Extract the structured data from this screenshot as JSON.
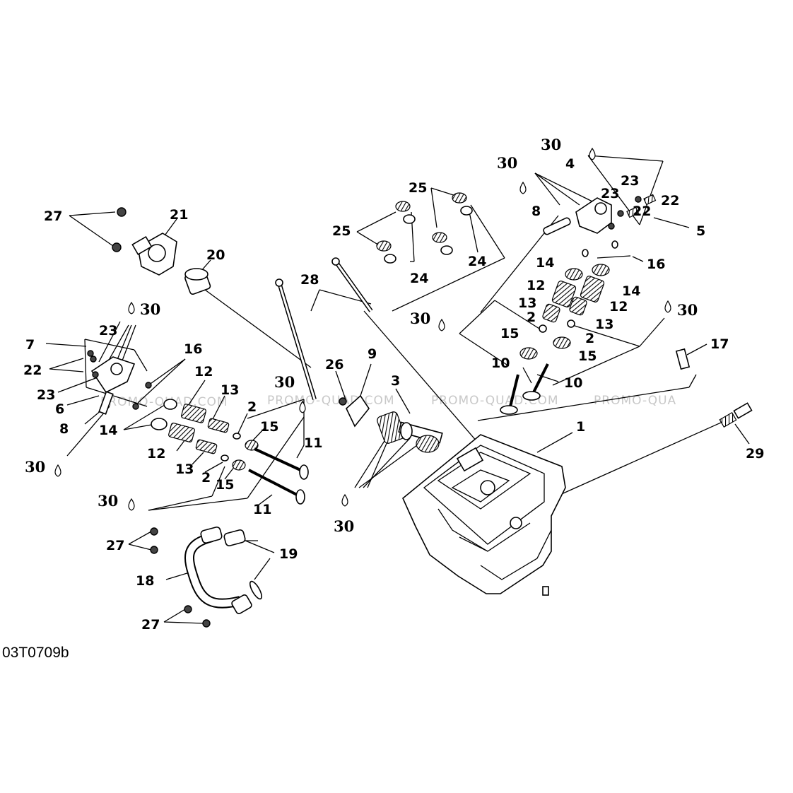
{
  "diagram_code": "03T0709b",
  "watermark": "PROMO-QUAD.COM",
  "watermark_cut": "PROMO-QUA",
  "labels": {
    "l1": "1",
    "l2": "2",
    "l3": "3",
    "l4": "4",
    "l5": "5",
    "l6": "6",
    "l7": "7",
    "l8": "8",
    "l9": "9",
    "l10": "10",
    "l11": "11",
    "l12": "12",
    "l13": "13",
    "l14": "14",
    "l15": "15",
    "l16": "16",
    "l17": "17",
    "l18": "18",
    "l19": "19",
    "l20": "20",
    "l21": "21",
    "l22": "22",
    "l23": "23",
    "l24": "24",
    "l25": "25",
    "l26": "26",
    "l27": "27",
    "l28": "28",
    "l29": "29",
    "l30": "30"
  }
}
